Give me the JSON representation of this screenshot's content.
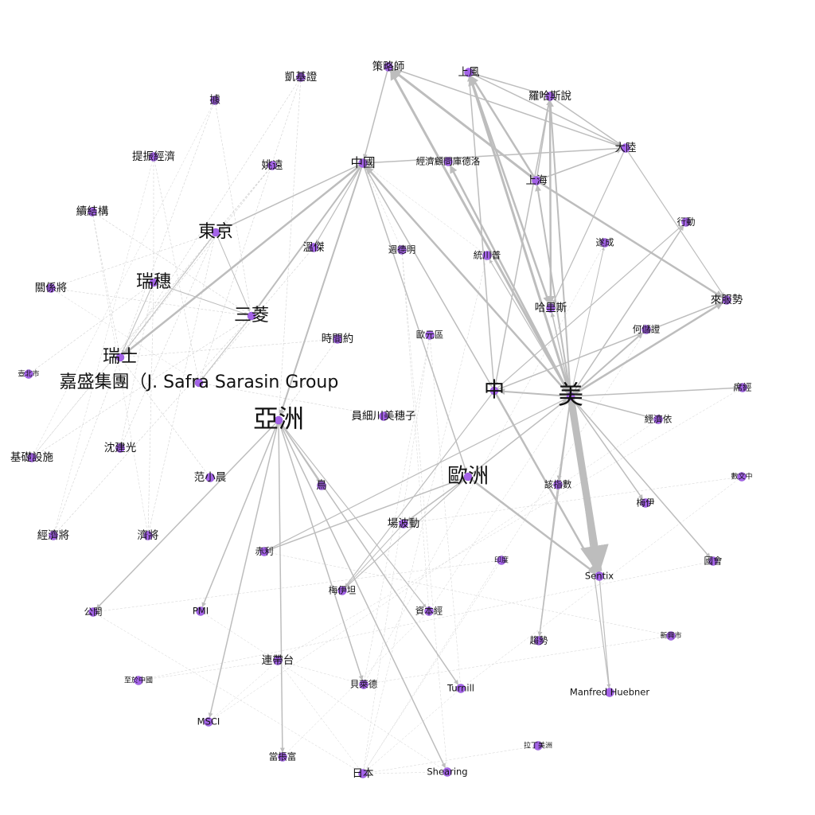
{
  "colors": {
    "node": "#a463e8",
    "edge": "#bdbdbd",
    "label": "#111111"
  },
  "nodes": [
    {
      "id": "celue",
      "label": "策略師",
      "tier": 2
    },
    {
      "id": "shangfeng",
      "label": "上風",
      "tier": 2
    },
    {
      "id": "luoha",
      "label": "羅哈斯說",
      "tier": 2
    },
    {
      "id": "dalu",
      "label": "大陸",
      "tier": 2
    },
    {
      "id": "kaiji",
      "label": "凱基證",
      "tier": 2
    },
    {
      "id": "ju",
      "label": "據",
      "tier": 2
    },
    {
      "id": "tizhen",
      "label": "提振經濟",
      "tier": 2
    },
    {
      "id": "yaoyuan",
      "label": "姚遠",
      "tier": 2
    },
    {
      "id": "zhongguo",
      "label": "中國",
      "tier": 3
    },
    {
      "id": "jingji_gw",
      "label": "經濟顧問庫德洛",
      "tier": 1
    },
    {
      "id": "shanghai",
      "label": "上海",
      "tier": 2
    },
    {
      "id": "xingdong",
      "label": "行動",
      "tier": 1
    },
    {
      "id": "xujigou",
      "label": "續結構",
      "tier": 2
    },
    {
      "id": "dongjing",
      "label": "東京",
      "tier": 5
    },
    {
      "id": "wenjie",
      "label": "溫傑",
      "tier": 2
    },
    {
      "id": "zhoudeming",
      "label": "週德明",
      "tier": 1
    },
    {
      "id": "tongchuanpu",
      "label": "統川普",
      "tier": 1
    },
    {
      "id": "suocheng",
      "label": "遂成",
      "tier": 1
    },
    {
      "id": "guanxijiang",
      "label": "關係將",
      "tier": 2
    },
    {
      "id": "ruisui",
      "label": "瑞穗",
      "tier": 5
    },
    {
      "id": "hali",
      "label": "哈里斯",
      "tier": 2
    },
    {
      "id": "laifu",
      "label": "來服勢",
      "tier": 2
    },
    {
      "id": "sanling",
      "label": "三菱",
      "tier": 5
    },
    {
      "id": "shijianyue",
      "label": "時間約",
      "tier": 2
    },
    {
      "id": "ouyuanqu",
      "label": "歐元區",
      "tier": 1
    },
    {
      "id": "hefei",
      "label": "何儲證",
      "tier": 1
    },
    {
      "id": "ruishi",
      "label": "瑞士",
      "tier": 5
    },
    {
      "id": "taobeishi",
      "label": "壺北市",
      "tier": 0
    },
    {
      "id": "jiasheng",
      "label": "嘉盛集團（J. Safra Sarasin Group",
      "tier": 5
    },
    {
      "id": "zhong",
      "label": "中",
      "tier": 6
    },
    {
      "id": "mei",
      "label": "美",
      "tier": 7
    },
    {
      "id": "suiding",
      "label": "席經",
      "tier": 1
    },
    {
      "id": "jingjiyi",
      "label": "經濟依",
      "tier": 1
    },
    {
      "id": "yazhou",
      "label": "亞洲",
      "tier": 7
    },
    {
      "id": "yuanxi",
      "label": "員細川美穗子",
      "tier": 2
    },
    {
      "id": "jichu",
      "label": "基礎設施",
      "tier": 2
    },
    {
      "id": "shenjianguang",
      "label": "沈建光",
      "tier": 2
    },
    {
      "id": "ouzhou",
      "label": "歐洲",
      "tier": 6
    },
    {
      "id": "fanxiaochen",
      "label": "范小晨",
      "tier": 2
    },
    {
      "id": "wu",
      "label": "鳥",
      "tier": 2
    },
    {
      "id": "gaizhishu",
      "label": "該指數",
      "tier": 1
    },
    {
      "id": "xinzhong",
      "label": "數文中",
      "tier": 0
    },
    {
      "id": "meiyi",
      "label": "梅伊",
      "tier": 1
    },
    {
      "id": "jingjijiang",
      "label": "經濟將",
      "tier": 2
    },
    {
      "id": "jijiang",
      "label": "濟將",
      "tier": 2
    },
    {
      "id": "changbodong",
      "label": "場波動",
      "tier": 2
    },
    {
      "id": "chili",
      "label": "赤利",
      "tier": 1
    },
    {
      "id": "yindu",
      "label": "印度",
      "tier": 0
    },
    {
      "id": "guohui",
      "label": "國會",
      "tier": 1
    },
    {
      "id": "sentix",
      "label": "Sentix",
      "tier": 1
    },
    {
      "id": "meiyitan",
      "label": "梅伊坦",
      "tier": 1
    },
    {
      "id": "gongkai",
      "label": "公開",
      "tier": 1
    },
    {
      "id": "pmi",
      "label": "PMI",
      "tier": 1
    },
    {
      "id": "zibenjing",
      "label": "資本經",
      "tier": 1
    },
    {
      "id": "qushi",
      "label": "趨勢",
      "tier": 1
    },
    {
      "id": "xinshi",
      "label": "新興市",
      "tier": 0
    },
    {
      "id": "liandaitai",
      "label": "連帶台",
      "tier": 2
    },
    {
      "id": "zhiguo",
      "label": "至於中國",
      "tier": 0
    },
    {
      "id": "beilaide",
      "label": "貝萊德",
      "tier": 1
    },
    {
      "id": "turnill",
      "label": "Turnill",
      "tier": 1
    },
    {
      "id": "manfred",
      "label": "Manfred Huebner",
      "tier": 1
    },
    {
      "id": "msci",
      "label": "MSCI",
      "tier": 1
    },
    {
      "id": "ladingmeizhou",
      "label": "拉丁美洲",
      "tier": 0
    },
    {
      "id": "dangzhenfu",
      "label": "當掁富",
      "tier": 1
    },
    {
      "id": "riben",
      "label": "日本",
      "tier": 2
    },
    {
      "id": "shearing",
      "label": "Shearing",
      "tier": 1
    }
  ],
  "edges": [
    [
      "mei",
      "sentix",
      9
    ],
    [
      "mei",
      "celue",
      3
    ],
    [
      "mei",
      "shangfeng",
      3
    ],
    [
      "mei",
      "zhongguo",
      2.5
    ],
    [
      "mei",
      "laifu",
      2.5
    ],
    [
      "mei",
      "jingji_gw",
      2.5
    ],
    [
      "mei",
      "shanghai",
      2
    ],
    [
      "mei",
      "zhong",
      2
    ],
    [
      "mei",
      "hefei",
      2
    ],
    [
      "mei",
      "luoha",
      2
    ],
    [
      "mei",
      "suiding",
      1.5
    ],
    [
      "mei",
      "jingjiyi",
      1.5
    ],
    [
      "mei",
      "meiyi",
      1.5
    ],
    [
      "mei",
      "guohui",
      1.5
    ],
    [
      "mei",
      "gaizhishu",
      1.5
    ],
    [
      "mei",
      "qushi",
      1.5
    ],
    [
      "mei",
      "xingdong",
      1.5
    ],
    [
      "mei",
      "manfred",
      1.2
    ],
    [
      "mei",
      "tongchuanpu",
      1.2
    ],
    [
      "mei",
      "hali",
      1.5
    ],
    [
      "mei",
      "chili",
      1.2
    ],
    [
      "mei",
      "suocheng",
      1
    ],
    [
      "shanghai",
      "celue",
      3
    ],
    [
      "shanghai",
      "shangfeng",
      2.5
    ],
    [
      "shanghai",
      "laifu",
      2.5
    ],
    [
      "shanghai",
      "dalu",
      1.5
    ],
    [
      "shanghai",
      "luoha",
      1.5
    ],
    [
      "shangfeng",
      "dalu",
      1.5
    ],
    [
      "shangfeng",
      "hali",
      2.5
    ],
    [
      "shangfeng",
      "luoha",
      1.5
    ],
    [
      "luoha",
      "hali",
      2.5
    ],
    [
      "luoha",
      "dalu",
      1.5
    ],
    [
      "luoha",
      "zhong",
      1.5
    ],
    [
      "celue",
      "dalu",
      1.5
    ],
    [
      "celue",
      "zhongguo",
      1.5
    ],
    [
      "dalu",
      "zhongguo",
      1.5
    ],
    [
      "dalu",
      "hali",
      1.2
    ],
    [
      "dalu",
      "laifu",
      1.2
    ],
    [
      "zhongguo",
      "ruishi",
      2.5
    ],
    [
      "zhongguo",
      "yazhou",
      2
    ],
    [
      "zhongguo",
      "sanling",
      2
    ],
    [
      "zhongguo",
      "dongjing",
      1.5
    ],
    [
      "zhongguo",
      "wenjie",
      1.2
    ],
    [
      "zhongguo",
      "ouzhou",
      1.5
    ],
    [
      "zhongguo",
      "zhong",
      1.5
    ],
    [
      "zhong",
      "sentix",
      2.5
    ],
    [
      "zhong",
      "laifu",
      1.5
    ],
    [
      "zhong",
      "xingdong",
      1.2
    ],
    [
      "zhong",
      "shangfeng",
      1.5
    ],
    [
      "zhong",
      "meiyitan",
      1.2
    ],
    [
      "ouzhou",
      "sentix",
      2.5
    ],
    [
      "ouzhou",
      "changbodong",
      1.5
    ],
    [
      "ouzhou",
      "chili",
      1.5
    ],
    [
      "ouzhou",
      "mei",
      1.5
    ],
    [
      "ouzhou",
      "meiyitan",
      1.2
    ],
    [
      "yazhou",
      "msci",
      1.5
    ],
    [
      "yazhou",
      "pmi",
      1.5
    ],
    [
      "yazhou",
      "gongkai",
      1.5
    ],
    [
      "yazhou",
      "dangzhenfu",
      1.5
    ],
    [
      "yazhou",
      "beilaide",
      1.5
    ],
    [
      "yazhou",
      "shearing",
      1.5
    ],
    [
      "yazhou",
      "turnill",
      1.5
    ],
    [
      "yazhou",
      "zibenjing",
      1.2
    ],
    [
      "yazhou",
      "wu",
      1
    ],
    [
      "sentix",
      "manfred",
      1.2
    ],
    [
      "gaizhishu",
      "qushi",
      1.2
    ],
    [
      "changbodong",
      "meiyitan",
      1
    ],
    [
      "ruisui",
      "ruishi",
      1
    ],
    [
      "dongjing",
      "ruishi",
      1
    ],
    [
      "sanling",
      "jiasheng",
      1
    ],
    [
      "dongjing",
      "sanling",
      1
    ],
    [
      "ruisui",
      "sanling",
      1
    ],
    [
      "kaiji",
      "ruishi",
      0.6
    ],
    [
      "kaiji",
      "jiasheng",
      0.6
    ],
    [
      "ju",
      "ruishi",
      0.6
    ],
    [
      "ju",
      "sanling",
      0.6
    ],
    [
      "tizhen",
      "ruisui",
      0.6
    ],
    [
      "tizhen",
      "jiasheng",
      0.6
    ],
    [
      "yaoyuan",
      "ruishi",
      0.6
    ],
    [
      "yaoyuan",
      "dongjing",
      0.6
    ],
    [
      "xujigou",
      "ruishi",
      0.6
    ],
    [
      "xujigou",
      "sanling",
      0.6
    ],
    [
      "guanxijiang",
      "dongjing",
      0.6
    ],
    [
      "guanxijiang",
      "sanling",
      0.6
    ],
    [
      "taobeishi",
      "ruisui",
      0.6
    ],
    [
      "jichu",
      "dongjing",
      0.6
    ],
    [
      "jichu",
      "sanling",
      0.6
    ],
    [
      "shenjianguang",
      "ruisui",
      0.6
    ],
    [
      "shenjianguang",
      "dongjing",
      0.6
    ],
    [
      "jingjijiang",
      "ruishi",
      0.6
    ],
    [
      "jingjijiang",
      "sanling",
      0.6
    ],
    [
      "jijiang",
      "dongjing",
      0.6
    ],
    [
      "jijiang",
      "ruisui",
      0.6
    ],
    [
      "fanxiaochen",
      "ruishi",
      0.6
    ],
    [
      "wenjie",
      "jiasheng",
      0.6
    ],
    [
      "shijianyue",
      "ruishi",
      0.6
    ],
    [
      "shijianyue",
      "yazhou",
      0.6
    ],
    [
      "yuanxi",
      "jiasheng",
      0.6
    ],
    [
      "kaiji",
      "yazhou",
      0.6
    ],
    [
      "ju",
      "jichu",
      0.5
    ],
    [
      "tizhen",
      "jingjijiang",
      0.5
    ],
    [
      "xujigou",
      "jijiang",
      0.5
    ],
    [
      "yaoyuan",
      "jichu",
      0.5
    ],
    [
      "guanxijiang",
      "jiasheng",
      0.5
    ],
    [
      "ouyuanqu",
      "riben",
      0.5
    ],
    [
      "ouyuanqu",
      "turnill",
      0.5
    ],
    [
      "zhoudeming",
      "shearing",
      0.5
    ],
    [
      "zhoudeming",
      "zibenjing",
      0.5
    ],
    [
      "tongchuanpu",
      "riben",
      0.5
    ],
    [
      "suocheng",
      "beilaide",
      0.5
    ],
    [
      "yindu",
      "riben",
      0.5
    ],
    [
      "xinshi",
      "beilaide",
      0.5
    ],
    [
      "xinshi",
      "chili",
      0.5
    ],
    [
      "xinzhong",
      "turnill",
      0.5
    ],
    [
      "xinzhong",
      "changbodong",
      0.5
    ],
    [
      "ladingmeizhou",
      "riben",
      0.5
    ],
    [
      "zhiguo",
      "liandaitai",
      0.5
    ],
    [
      "liandaitai",
      "riben",
      0.5
    ],
    [
      "liandaitai",
      "msci",
      0.5
    ],
    [
      "liandaitai",
      "beilaide",
      0.5
    ],
    [
      "gongkai",
      "riben",
      0.5
    ],
    [
      "pmi",
      "shearing",
      0.5
    ],
    [
      "zibenjing",
      "dangzhenfu",
      0.5
    ],
    [
      "riben",
      "shearing",
      0.5
    ],
    [
      "turnill",
      "riben",
      0.5
    ],
    [
      "hefei",
      "riben",
      0.5
    ],
    [
      "jingjiyi",
      "msci",
      0.5
    ],
    [
      "suiding",
      "liandaitai",
      0.5
    ],
    [
      "yindu",
      "gongkai",
      0.5
    ],
    [
      "xingdong",
      "zibenjing",
      0.5
    ],
    [
      "guohui",
      "zhiguo",
      0.5
    ],
    [
      "ouyuanqu",
      "beilaide",
      0.5
    ],
    [
      "zhoudeming",
      "zhongguo",
      0.5
    ],
    [
      "tongchuanpu",
      "zhongguo",
      0.5
    ]
  ]
}
